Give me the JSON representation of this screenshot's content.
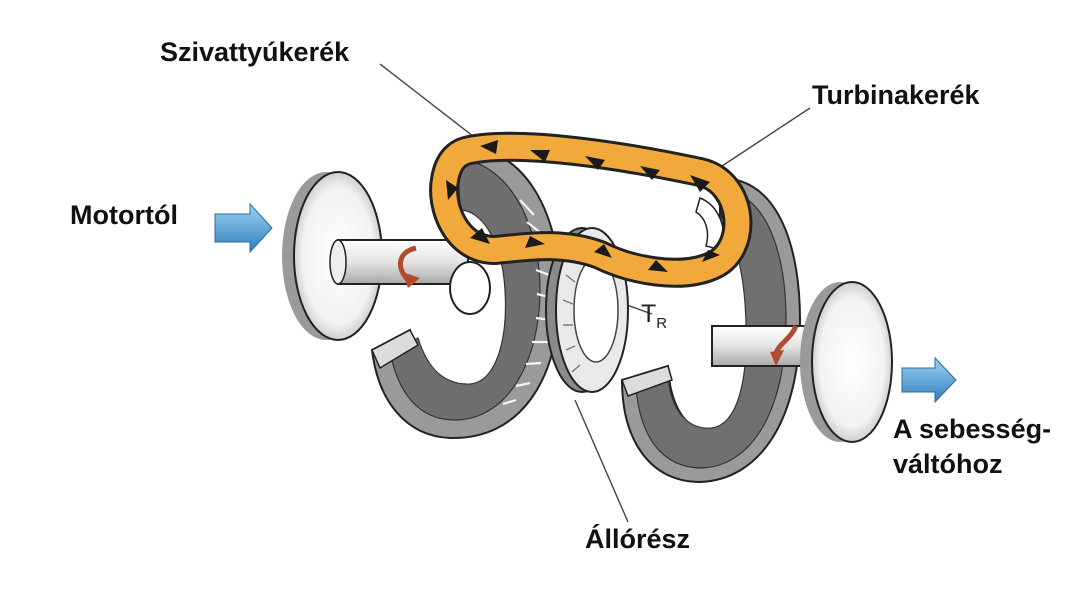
{
  "labels": {
    "pump_wheel": "Szivattyúkerék",
    "turbine_wheel": "Turbinakerék",
    "from_engine": "Motortól",
    "to_gearbox_line1": "A sebesség-",
    "to_gearbox_line2": "váltóhoz",
    "stator": "Állórész",
    "torque_symbol": "T",
    "torque_subscript": "R"
  },
  "colors": {
    "flow": "#f2a93b",
    "arrow_blue": "#4aa0dc",
    "rotation_red": "#b24a2e",
    "metal_light": "#f2f2f2",
    "metal_dark": "#8e8e8e"
  },
  "icons": [
    "blue-arrow-right-icon",
    "rotation-arrow-icon",
    "flow-arrow-icon"
  ]
}
